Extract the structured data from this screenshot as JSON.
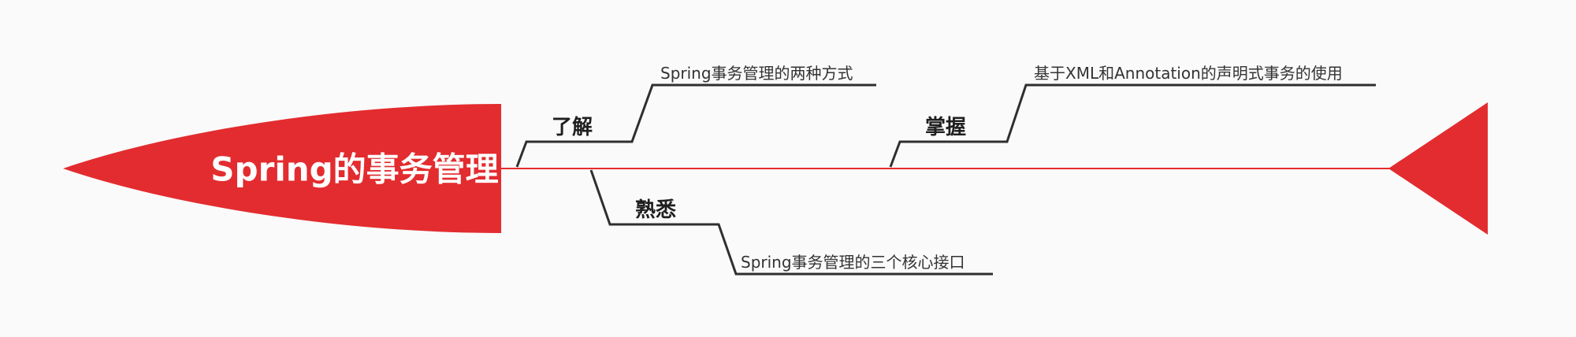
{
  "colors": {
    "accent": "#e32c2f",
    "line": "#2f2f2f",
    "background": "#fafafa"
  },
  "central_topic": "Spring的事务管理",
  "topics": [
    {
      "label": "了解",
      "subtopic": "Spring事务管理的两种方式"
    },
    {
      "label": "熟悉",
      "subtopic": "Spring事务管理的三个核心接口"
    },
    {
      "label": "掌握",
      "subtopic": "基于XML和Annotation的声明式事务的使用"
    }
  ]
}
